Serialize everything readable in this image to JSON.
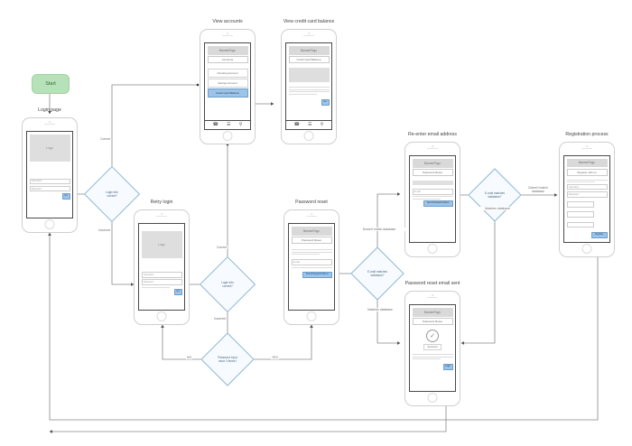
{
  "diagram": {
    "title": "Banking app user flow",
    "accent": "#9cc3e8",
    "start_color": "#b7e1b9",
    "diamond_color": "#f7fbff"
  },
  "start": {
    "label": "Start"
  },
  "screens": {
    "login_page": {
      "title": "Login page",
      "logo": "Logo",
      "username": "Username",
      "password": "Password",
      "button": "Go"
    },
    "retry_login": {
      "title": "Retry login",
      "logo": "Logo",
      "username": "Username",
      "password": "Password",
      "forgot": "Forgot password?",
      "button": "Go"
    },
    "view_accounts": {
      "title": "View accounts",
      "banner": "BannerlTogo",
      "header": "Accounts",
      "items": [
        "Checking Account",
        "Savings Account",
        "Credit Card Balance"
      ],
      "selected_index": 2,
      "tabs": [
        "phone-icon",
        "menu-icon",
        "location-icon"
      ]
    },
    "view_credit_card_balance": {
      "title": "View credit card balance",
      "banner": "BannerlTogo",
      "header": "Credit Card Balance",
      "button": "Go",
      "tabs": [
        "phone-icon",
        "menu-icon",
        "location-icon"
      ]
    },
    "password_reset": {
      "title": "Password reset",
      "banner": "BannerlTogo",
      "header": "Password Reset",
      "email_placeholder": "E-mail",
      "button": "Send Password Reset"
    },
    "reenter_email": {
      "title": "Re-enter email address",
      "banner": "BannerlTogo",
      "header": "Password Reset",
      "email_placeholder": "E-mail",
      "button": "Send Password Reset"
    },
    "password_reset_email_sent": {
      "title": "Password reset email sent",
      "banner": "BannerlTogo",
      "header": "Password Reset",
      "check": "check-icon",
      "success": "Success!",
      "button": "Login"
    },
    "registration": {
      "title": "Registration process",
      "banner": "BannerlTogo",
      "header": "Register with us",
      "fields": [
        "Username",
        "Password",
        "",
        "",
        ""
      ],
      "button": "Register"
    }
  },
  "decisions": {
    "login_correct_1": {
      "line1": "Login info",
      "line2": "correct?"
    },
    "login_correct_2": {
      "line1": "Login info",
      "line2": "correct?"
    },
    "password_tries": {
      "line1": "Password input",
      "line2": "more 3 times?"
    },
    "email_match_1": {
      "line1": "E-mail matches",
      "line2": "database?"
    },
    "email_match_2": {
      "line1": "E-mail matches",
      "line2": "database?"
    }
  },
  "edge_labels": {
    "correct_1": "Correct",
    "incorrect_1": "Incorrect",
    "correct_2": "Correct",
    "incorrect_2": "Incorrect",
    "no": "NO",
    "yes": "YES",
    "doesnt_match_1": "Doesn't match database",
    "matches_1": "Matches database",
    "doesnt_match_2": "Doesn't match database",
    "matches_2": "Matches database"
  }
}
